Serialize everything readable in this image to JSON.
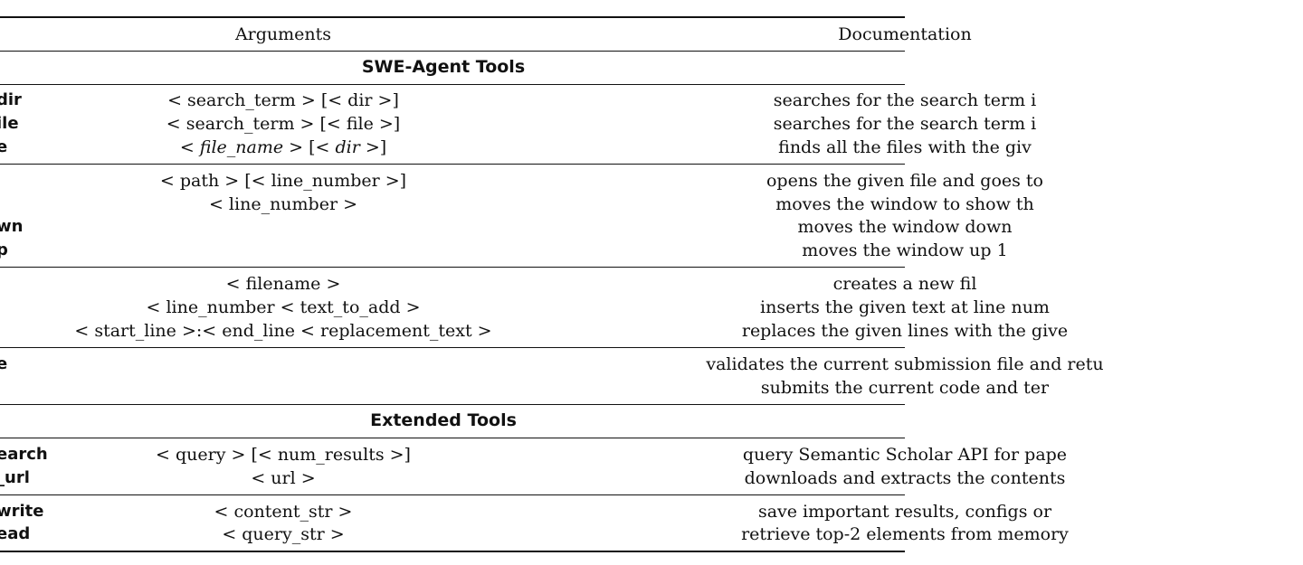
{
  "header": {
    "arguments": "Arguments",
    "documentation": "Documentation"
  },
  "sections": {
    "swe": "SWE-Agent Tools",
    "extended": "Extended Tools"
  },
  "rows": [
    {
      "tool": "dir",
      "args": "< search_term > [< dir >]",
      "doc": "searches for the search term i"
    },
    {
      "tool": "ile",
      "args": "< search_term > [< file >]",
      "doc": "searches for the search term i"
    },
    {
      "tool": "e",
      "args_italic": true,
      "args_parts": [
        "< ",
        "file_name",
        " > [< ",
        "dir",
        " >]"
      ],
      "doc": "finds all the files with the giv"
    },
    {
      "tool": "",
      "args": "< path > [< line_number >]",
      "doc": "opens the given file and goes to"
    },
    {
      "tool": "",
      "args": "< line_number >",
      "doc": "moves the window to show th"
    },
    {
      "tool": "wn",
      "args": "",
      "doc": "moves the window down"
    },
    {
      "tool": "p",
      "args": "",
      "doc": "moves the window up 1"
    },
    {
      "tool": "",
      "args": "< filename >",
      "doc": "creates a new fil"
    },
    {
      "tool": "",
      "args": "< line_number < text_to_add >",
      "doc": "inserts the given text at line num"
    },
    {
      "tool": "",
      "args": "< start_line >:< end_line < replacement_text >",
      "doc": "replaces the given lines with the give"
    },
    {
      "tool": "e",
      "args": "",
      "doc": "validates the current submission file and retu"
    },
    {
      "tool": "",
      "args": "",
      "doc": "submits the current code and ter"
    },
    {
      "tool": "earch",
      "args": "< query > [< num_results >]",
      "doc": "query Semantic Scholar API for pape"
    },
    {
      "tool": "_url",
      "args": "< url >",
      "doc": "downloads and extracts the contents"
    },
    {
      "tool": "write",
      "args": "< content_str >",
      "doc": "save important results, configs or"
    },
    {
      "tool": "ead",
      "args": "< query_str >",
      "doc": "retrieve top-2 elements from memory"
    }
  ]
}
